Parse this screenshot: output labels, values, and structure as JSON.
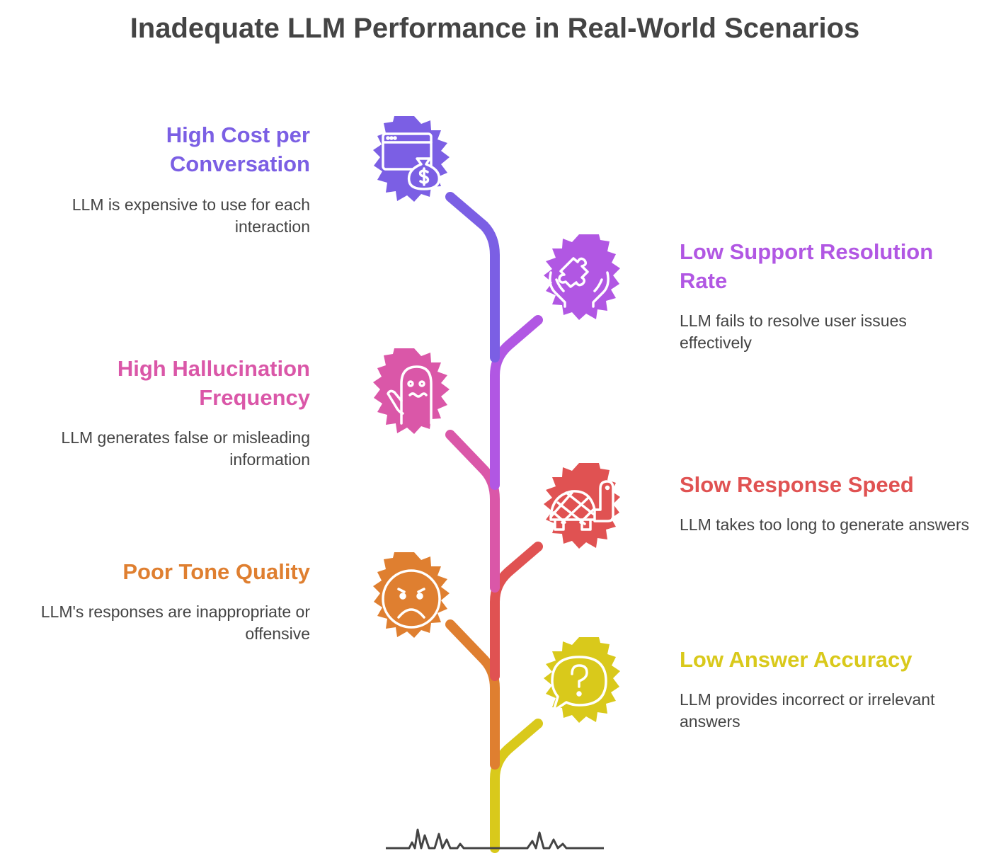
{
  "title": "Inadequate LLM Performance in Real-World Scenarios",
  "items": [
    {
      "title": "High Cost per Conversation",
      "description": "LLM is expensive to use for each interaction",
      "color": "#7B5FE4",
      "icon": "browser-money-bag-icon",
      "side": "left"
    },
    {
      "title": "Low Support Resolution Rate",
      "description": "LLM fails to resolve user issues effectively",
      "color": "#B157E3",
      "icon": "hands-puzzle-icon",
      "side": "right"
    },
    {
      "title": "High Hallucination Frequency",
      "description": "LLM generates false or misleading information",
      "color": "#DA57A8",
      "icon": "ghost-icon",
      "side": "left"
    },
    {
      "title": "Slow Response Speed",
      "description": "LLM takes too long to generate answers",
      "color": "#E05252",
      "icon": "turtle-icon",
      "side": "right"
    },
    {
      "title": "Poor Tone Quality",
      "description": "LLM's responses are inappropriate or offensive",
      "color": "#DF7F30",
      "icon": "frown-face-icon",
      "side": "left"
    },
    {
      "title": "Low Answer Accuracy",
      "description": "LLM provides incorrect or irrelevant answers",
      "color": "#D9C91B",
      "icon": "question-bubble-icon",
      "side": "right"
    }
  ]
}
